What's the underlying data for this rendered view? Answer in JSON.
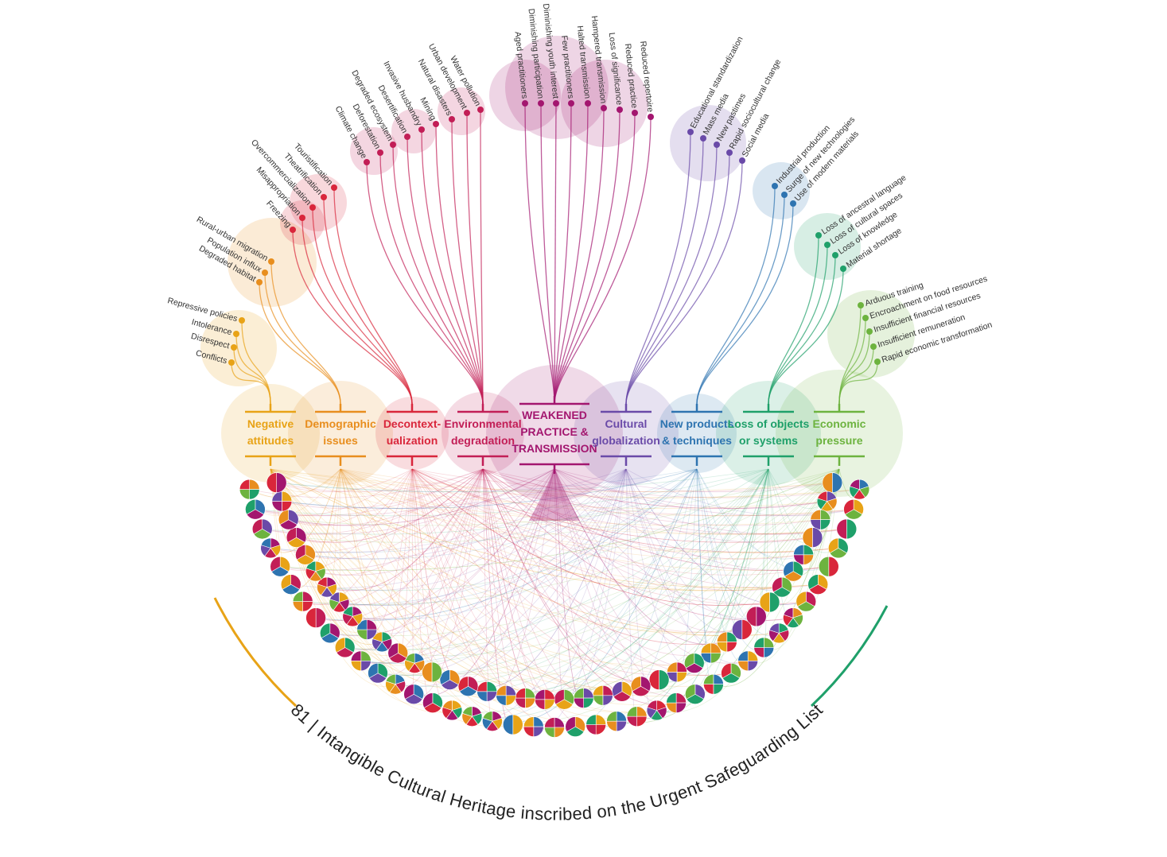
{
  "title": "81 | Intangible Cultural Heritage inscribed on the Urgent Safeguarding List",
  "element_count": 81,
  "categories": [
    {
      "id": "neg",
      "line1": "Negative",
      "line2": "attitudes",
      "color": "#E8A317",
      "subs": [
        "Repressive policies",
        "Intolerance",
        "Disrespect",
        "Conflicts"
      ]
    },
    {
      "id": "dem",
      "line1": "Demographic",
      "line2": "issues",
      "color": "#E88E1E",
      "subs": [
        "Rural-urban migration",
        "Population influx",
        "Degraded habitat"
      ]
    },
    {
      "id": "dec",
      "line1": "Decontext-",
      "line2": "ualization",
      "color": "#D9263B",
      "subs": [
        "Touristification",
        "Theatrification",
        "Overcommercialization",
        "Misappropriation",
        "Freezing"
      ]
    },
    {
      "id": "env",
      "line1": "Environmental",
      "line2": "degradation",
      "color": "#C21E56",
      "subs": [
        "Climate change",
        "Deforestation",
        "Degraded ecosystem",
        "Desertification",
        "Invasive husbandry",
        "Mining",
        "Natural disasters",
        "Urban development",
        "Water pollution"
      ]
    },
    {
      "id": "wea",
      "line1": "WEAKENED",
      "line2": "PRACTICE &",
      "line3": "TRANSMISSION",
      "color": "#A3166F",
      "subs": [
        "Aged practitioners",
        "Diminishing participation",
        "Diminishing youth interest",
        "Few practitioners",
        "Halted transmission",
        "Hampered transmission",
        "Loss of significance",
        "Reduced practice",
        "Reduced repertoire"
      ]
    },
    {
      "id": "cul",
      "line1": "Cultural",
      "line2": "globalization",
      "color": "#6A4AA8",
      "subs": [
        "Educational standardization",
        "Mass media",
        "New pastimes",
        "Rapid sociocultural change",
        "Social media"
      ]
    },
    {
      "id": "new",
      "line1": "New products",
      "line2": "& techniques",
      "color": "#2E74B0",
      "subs": [
        "Industrial production",
        "Surge of new technologies",
        "Use of modern materials"
      ]
    },
    {
      "id": "los",
      "line1": "Loss of objects",
      "line2": "or systems",
      "color": "#1FA06A",
      "subs": [
        "Loss of ancestral language",
        "Loss of cultural spaces",
        "Loss of knowledge",
        "Material shortage"
      ]
    },
    {
      "id": "eco",
      "line1": "Economic",
      "line2": "pressure",
      "color": "#6DB33F",
      "subs": [
        "Arduous training",
        "Encroachment on food resources",
        "Insufficient financial resources",
        "Insufficient remuneration",
        "Rapid economic transformation"
      ]
    }
  ]
}
